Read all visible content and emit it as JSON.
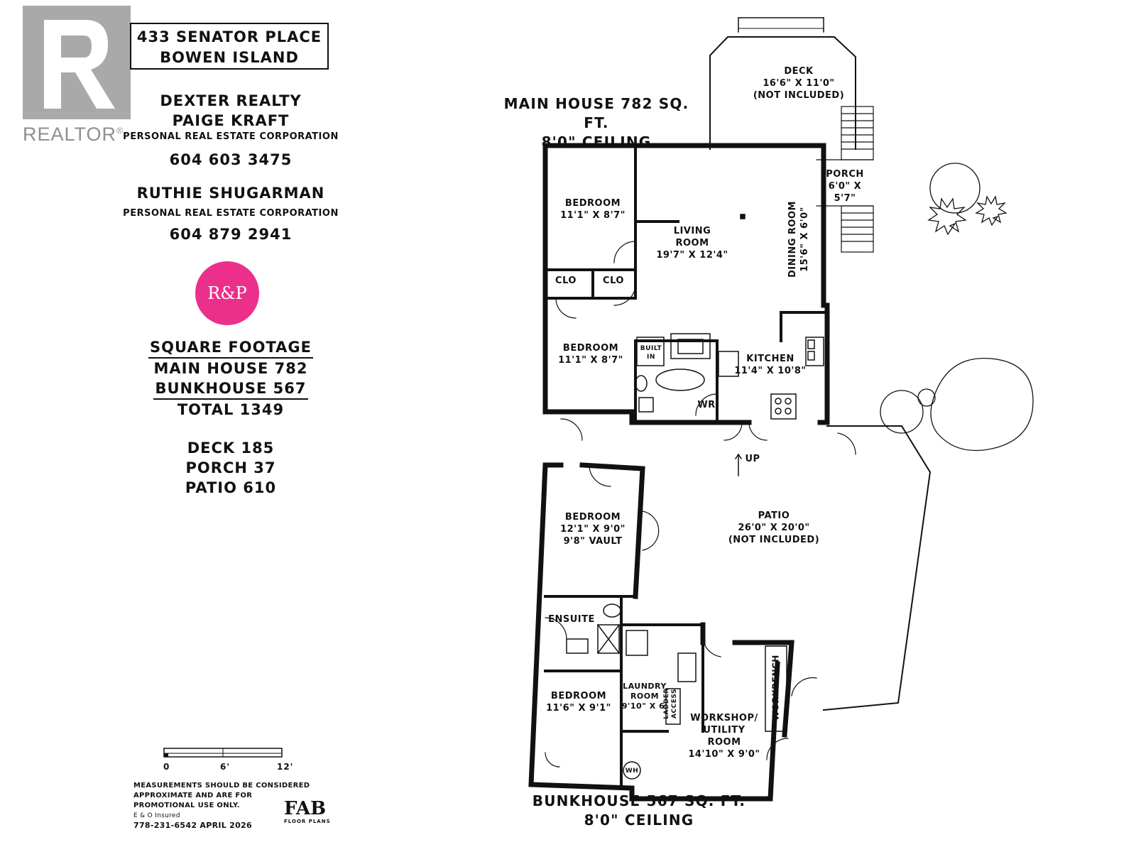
{
  "logo": {
    "brand": "REALTOR",
    "mark": "R",
    "registered": "®"
  },
  "address": {
    "line1": "433 SENATOR PLACE",
    "line2": "BOWEN ISLAND"
  },
  "agents": {
    "brokerage": "DEXTER REALTY",
    "agent1_name": "PAIGE KRAFT",
    "agent1_title": "PERSONAL REAL ESTATE CORPORATION",
    "agent1_phone": "604 603 3475",
    "agent2_name": "RUTHIE SHUGARMAN",
    "agent2_title": "PERSONAL REAL ESTATE CORPORATION",
    "agent2_phone": "604 879 2941",
    "badge_text": "R&P",
    "badge_color": "#ec2f8b"
  },
  "footage": {
    "title": "SQUARE FOOTAGE",
    "main": "MAIN HOUSE 782",
    "bunk": "BUNKHOUSE 567",
    "total": "TOTAL 1349",
    "deck": "DECK 185",
    "porch": "PORCH 37",
    "patio": "PATIO 610"
  },
  "scale": {
    "t0": "0",
    "t1": "6'",
    "t2": "12'"
  },
  "disclaimer": {
    "line1": "MEASUREMENTS SHOULD BE CONSIDERED",
    "line2": "APPROXIMATE AND ARE FOR",
    "line3": "PROMOTIONAL USE ONLY.",
    "line4": "E & O Insured",
    "line5": "778-231-6542  APRIL 2026"
  },
  "fab": {
    "name": "FAB",
    "sub": "FLOOR PLANS"
  },
  "main_heading": {
    "line1": "MAIN HOUSE 782 SQ. FT.",
    "line2": "8'0\" CEILING"
  },
  "bunk_heading": {
    "line1": "BUNKHOUSE 567 SQ. FT.",
    "line2": "8'0\" CEILING"
  },
  "rooms": {
    "deck": {
      "name": "DECK",
      "dim": "16'6\" X 11'0\"",
      "note": "(NOT INCLUDED)"
    },
    "porch": {
      "name": "PORCH",
      "dim": "6'0\" X 5'7\""
    },
    "bed1": {
      "name": "BEDROOM",
      "dim": "11'1\" X 8'7\""
    },
    "living": {
      "name1": "LIVING",
      "name2": "ROOM",
      "dim": "19'7\" X 12'4\""
    },
    "dining": {
      "name": "DINING ROOM",
      "dim": "15'6\" X 6'0\""
    },
    "clo1": "CLO",
    "clo2": "CLO",
    "bed2": {
      "name": "BEDROOM",
      "dim": "11'1\" X 8'7\""
    },
    "builtin": {
      "l1": "BUILT",
      "l2": "IN"
    },
    "kitchen": {
      "name": "KITCHEN",
      "dim": "11'4\" X 10'8\""
    },
    "wr": "WR",
    "up": "UP",
    "patio": {
      "name": "PATIO",
      "dim": "26'0\" X 20'0\"",
      "note": "(NOT INCLUDED)"
    },
    "bed3": {
      "name": "BEDROOM",
      "dim": "12'1\" X 9'0\"",
      "vault": "9'8\" VAULT"
    },
    "ensuite": "ENSUITE",
    "bed4": {
      "name": "BEDROOM",
      "dim": "11'6\" X 9'1\""
    },
    "laundry": {
      "l1": "LAUNDRY",
      "l2": "ROOM",
      "dim": "9'10\" X 6'"
    },
    "ladder": {
      "l1": "LADDER",
      "l2": "ACCESS"
    },
    "workshop": {
      "l1": "WORKSHOP/",
      "l2": "UTILITY",
      "l3": "ROOM",
      "dim": "14'10\" X 9'0\""
    },
    "workbench": "WORKBENCH",
    "wh": "WH"
  }
}
